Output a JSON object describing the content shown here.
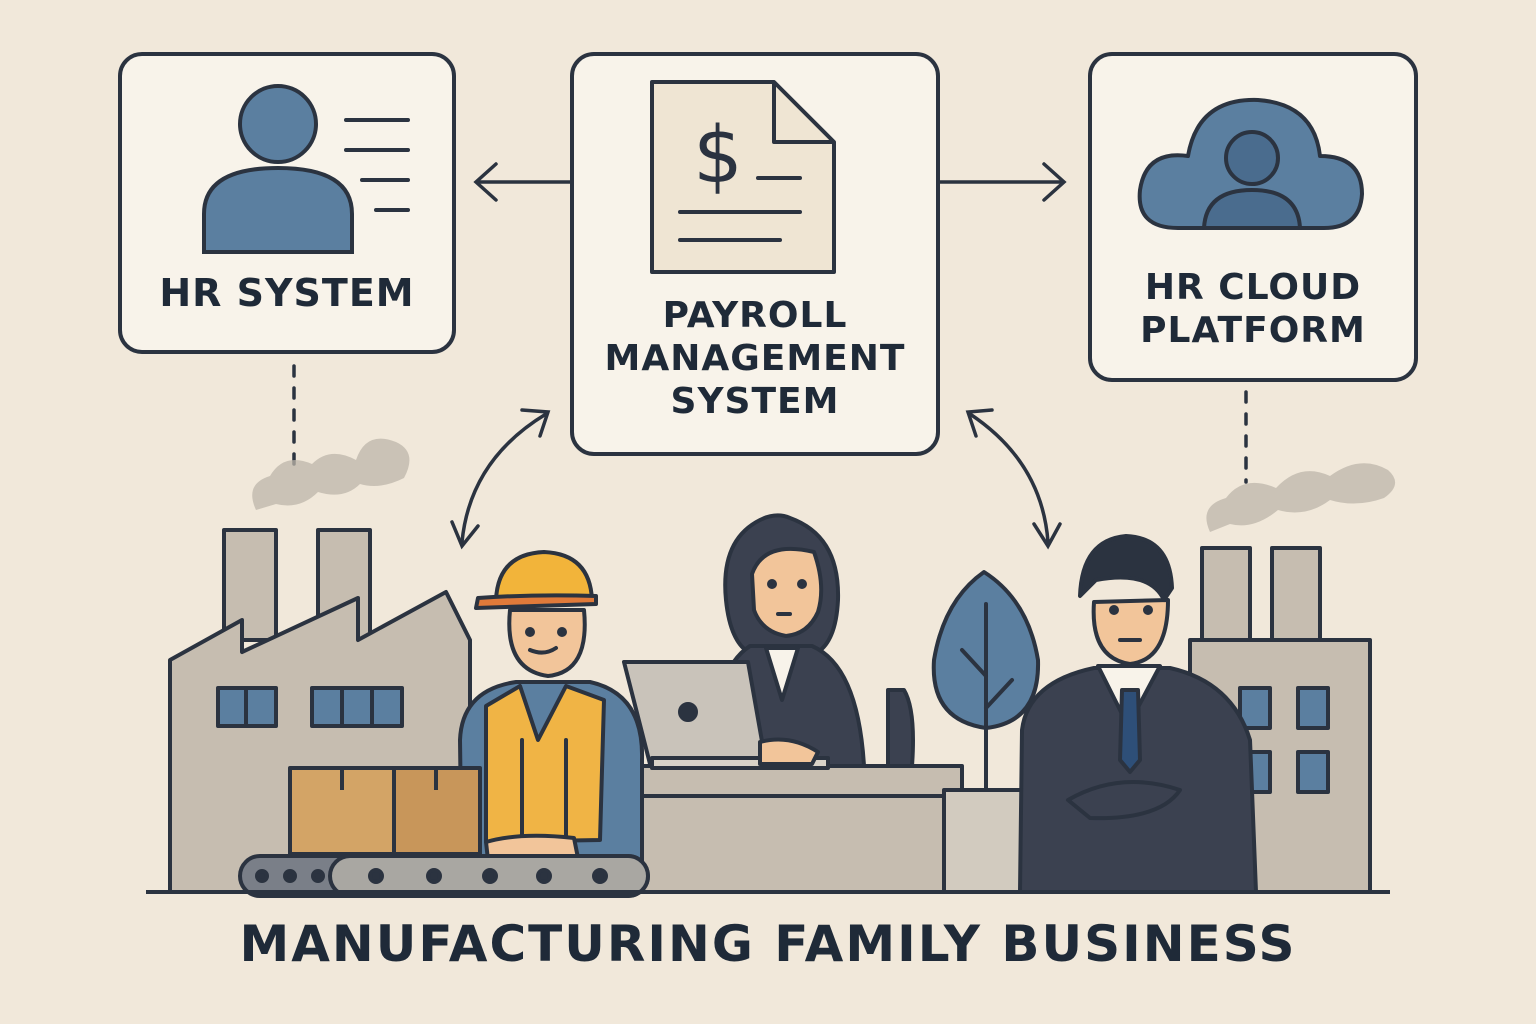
{
  "diagram": {
    "nodes": [
      {
        "id": "hr_system",
        "label": "HR SYSTEM",
        "icon": "id-card-icon"
      },
      {
        "id": "payroll",
        "label": "PAYROLL\nMANAGEMENT\nSYSTEM",
        "icon": "invoice-dollar-icon"
      },
      {
        "id": "hr_cloud",
        "label": "HR CLOUD\nPLATFORM",
        "icon": "cloud-user-icon"
      }
    ],
    "links": [
      {
        "from": "payroll",
        "to": "hr_system",
        "style": "arrow"
      },
      {
        "from": "payroll",
        "to": "hr_cloud",
        "style": "arrow"
      },
      {
        "from": "payroll",
        "to": "factory-worker",
        "style": "curved-double-arrow"
      },
      {
        "from": "payroll",
        "to": "executive",
        "style": "curved-double-arrow"
      },
      {
        "from": "hr_system",
        "to": "factory",
        "style": "dotted"
      },
      {
        "from": "hr_cloud",
        "to": "factory",
        "style": "dotted"
      }
    ],
    "footer": "MANUFACTURING FAMILY BUSINESS"
  },
  "colors": {
    "background": "#f1e8da",
    "box_fill": "#f8f3ea",
    "outline": "#2b3340",
    "accent_blue": "#5b7fa0",
    "building": "#c6bdb0",
    "hardhat": "#f2b43a",
    "vest": "#f0b445",
    "suit": "#3b4150",
    "box_cardboard": "#d3a466"
  }
}
